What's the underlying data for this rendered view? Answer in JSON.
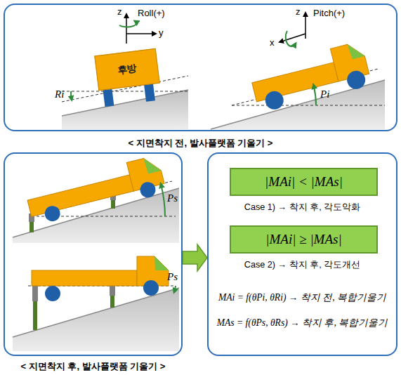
{
  "diagram": {
    "nodes": [
      {
        "text": [
          "< 지면착지 전, 발사플랫폼 기울기 >"
        ]
      },
      {
        "text": [
          "후방"
        ],
        "in": 0
      },
      {
        "text": [
          "< 지면착지 후, 발사플랫폼 기울기 >"
        ]
      },
      {
        "text": [
          "Case 1) → 착지 후, 각도악화",
          "Case 2) → 착지 후, 각도개선",
          "MAi = f(θPi, θRi) → 착지 전, 복합기울기",
          "MAs = f(θPs, θRs) → 착지 후, 복합기울기"
        ]
      },
      {
        "text": [
          "|MAi| < |MAs|"
        ],
        "in": 3
      },
      {
        "text": [
          "|MAi| ≥ |MAs|"
        ],
        "in": 3
      }
    ],
    "edges": [
      {
        "from": 2,
        "to": 3,
        "arrow": "to"
      }
    ],
    "labels": [
      "z",
      "Roll(+)",
      "y",
      "Ri",
      "z",
      "Pitch(+)",
      "x",
      "Pi",
      "Ps",
      "Ps"
    ]
  }
}
